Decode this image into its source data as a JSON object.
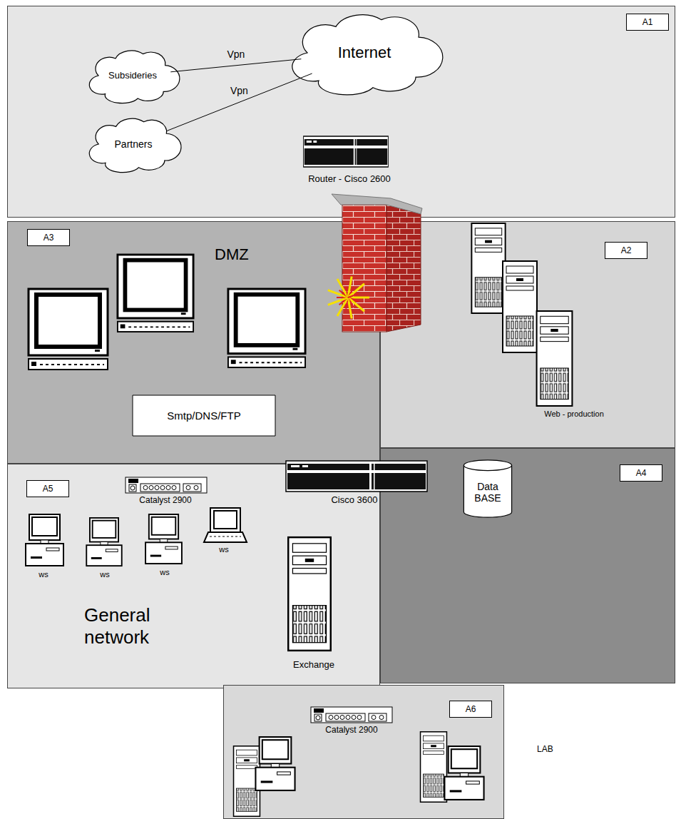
{
  "diagram": {
    "nodes": [
      {
        "text": [
          "A1"
        ]
      },
      {
        "text": [
          "Subsideries"
        ],
        "in": 0
      },
      {
        "text": [
          "Internet"
        ],
        "in": 0
      },
      {
        "text": [
          "Partners"
        ],
        "in": 0
      },
      {
        "text": [
          "A3",
          "DMZ"
        ]
      },
      {
        "text": [
          "Smtp/DNS/FTP"
        ],
        "in": 4
      },
      {
        "text": [
          "A2"
        ]
      },
      {
        "text": [
          "A5",
          "General network"
        ]
      },
      {
        "text": [
          "A4"
        ]
      },
      {
        "text": [
          "Data BASE"
        ],
        "in": 8
      },
      {
        "text": [
          "A6",
          "LAB"
        ]
      }
    ],
    "edges": [
      {
        "from": 1,
        "to": 2,
        "arrow": "none",
        "label": "Vpn"
      },
      {
        "from": 3,
        "to": 2,
        "arrow": "none",
        "label": "Vpn"
      }
    ],
    "labels": [
      "Router - Cisco 2600",
      "Web - production",
      "Cisco 3600",
      "Catalyst 2900",
      "ws",
      "ws",
      "ws",
      "ws",
      "Exchange",
      "Catalyst 2900"
    ]
  }
}
